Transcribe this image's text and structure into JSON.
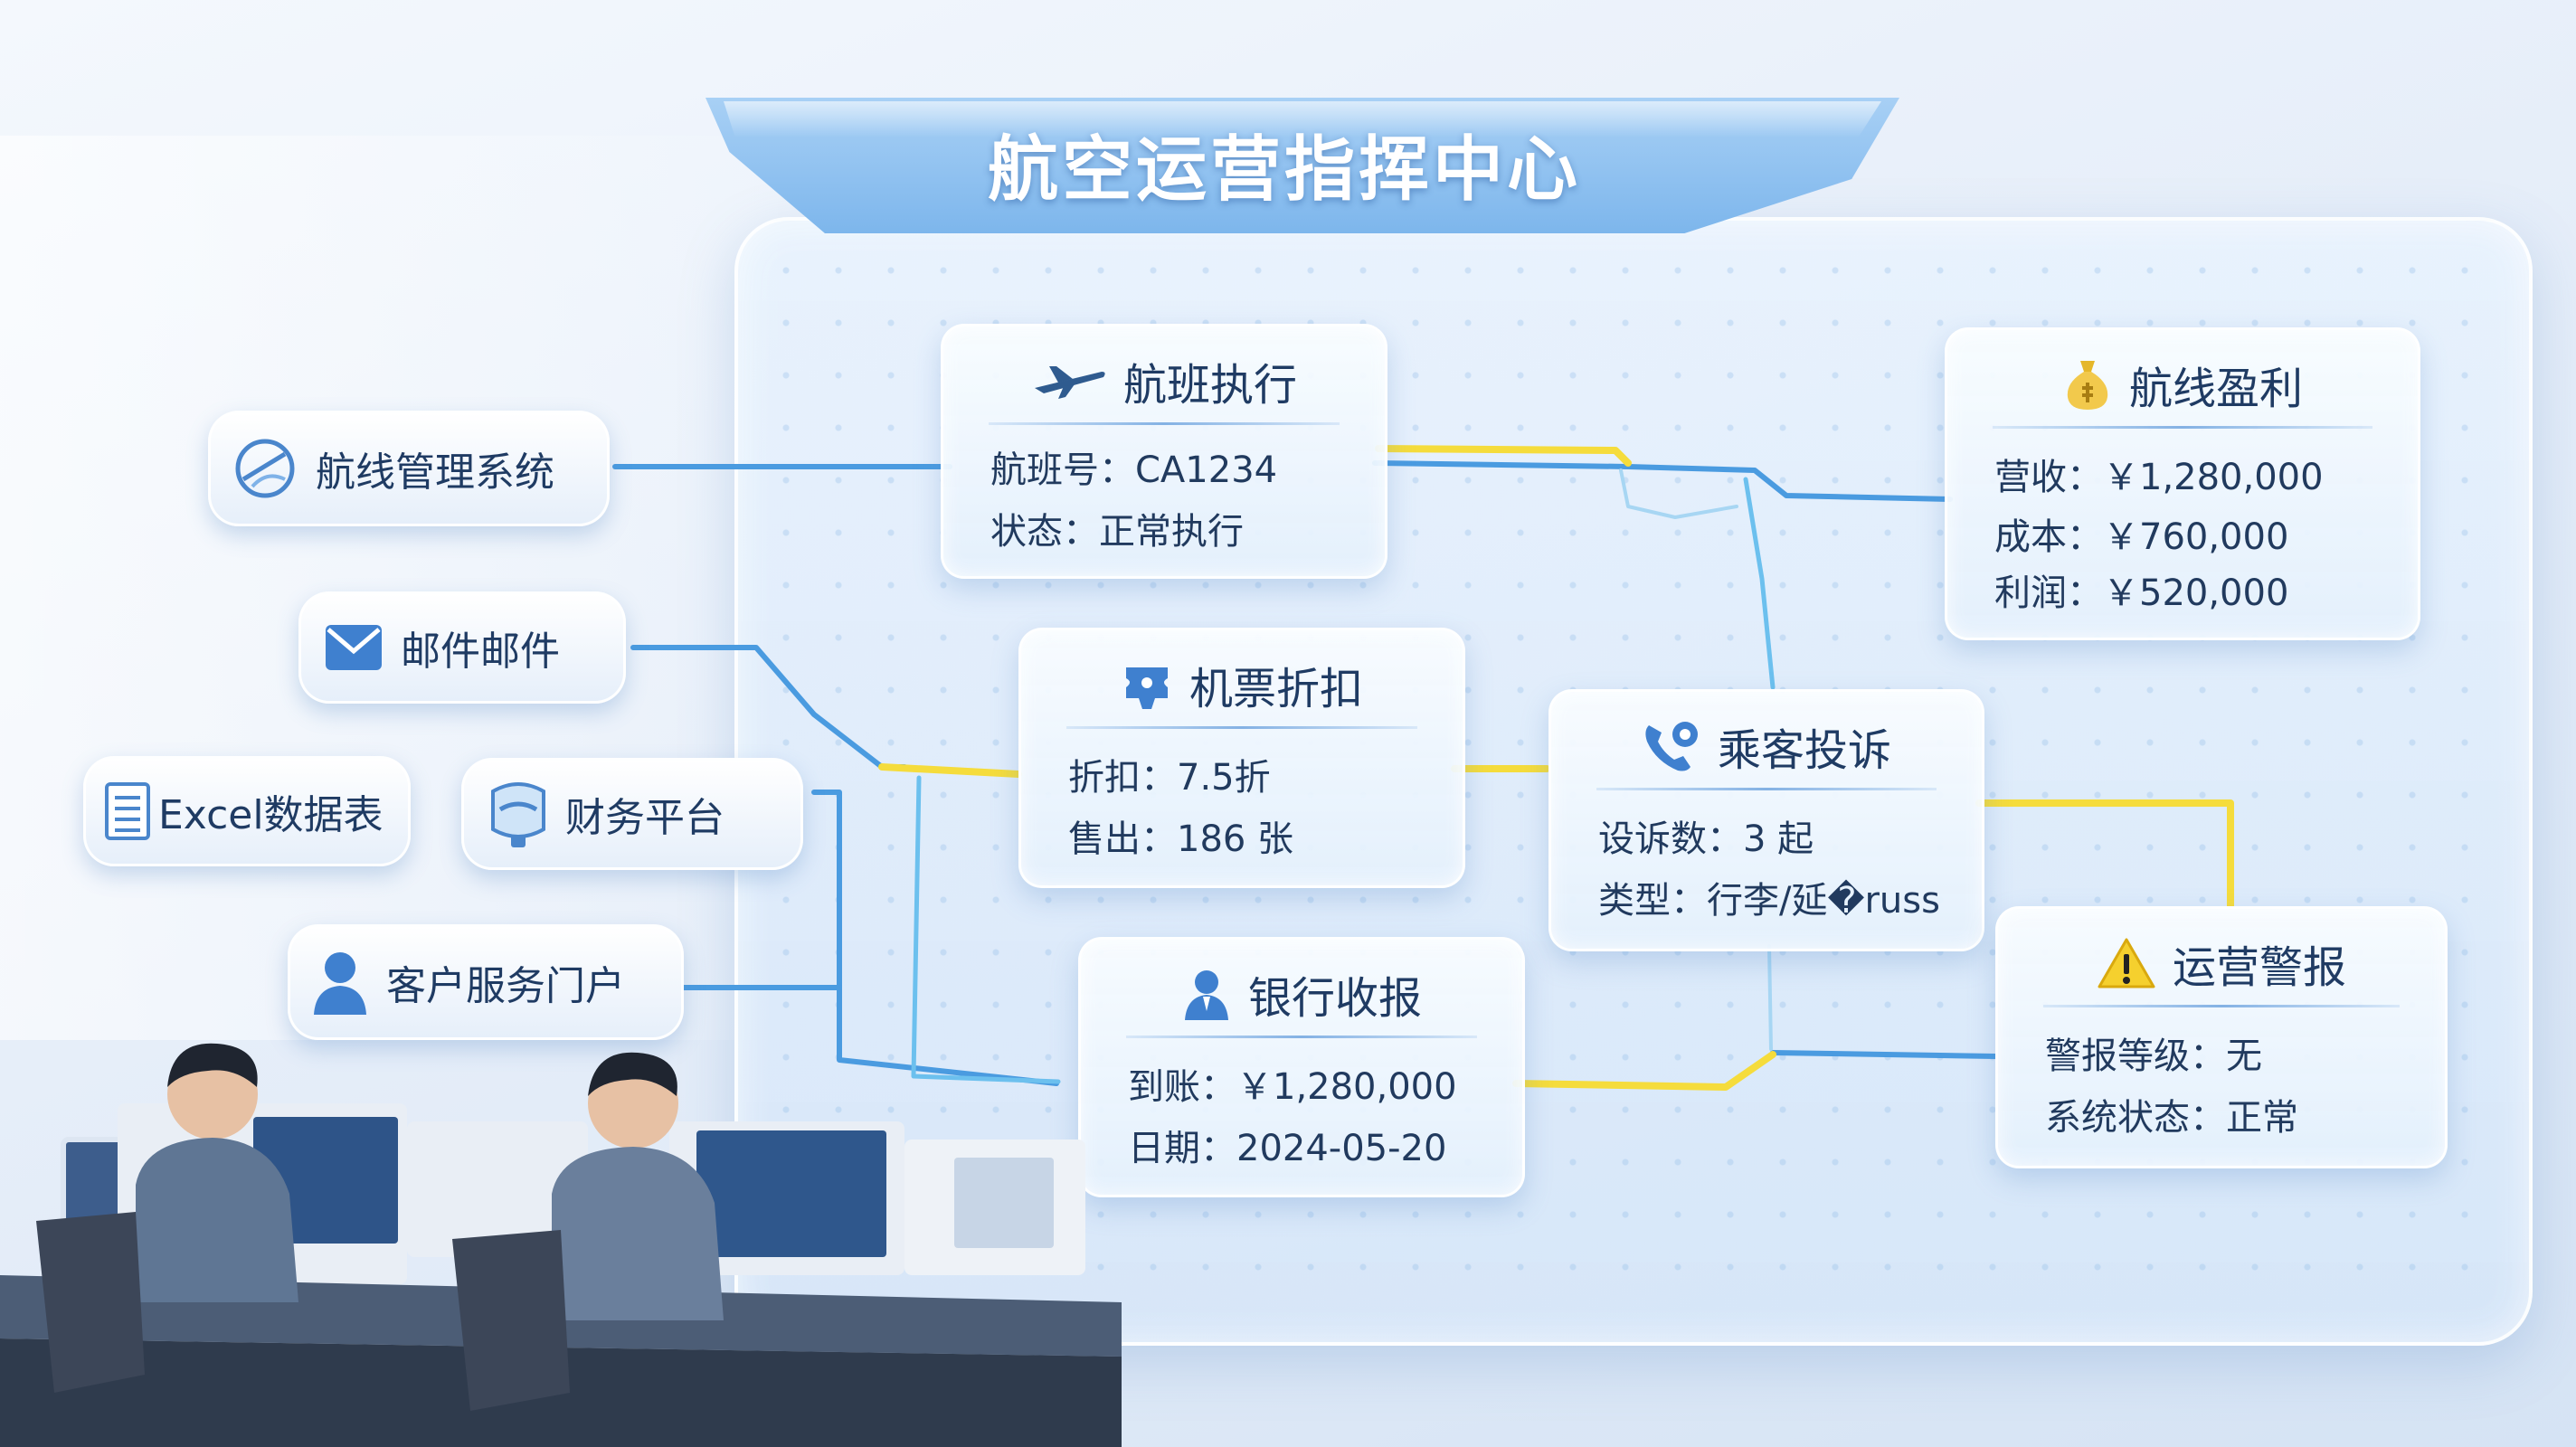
{
  "title": "航空运营指挥中心",
  "sources": {
    "route_system": "航线管理系统",
    "mail": "邮件邮件",
    "excel": "Excel数据表",
    "finance": "财务平台",
    "customer_portal": "客户服务门户"
  },
  "cards": {
    "flight": {
      "title": "航班执行",
      "row1": "航班号：CA1234",
      "row2": "状态：正常执行"
    },
    "ticket": {
      "title": "机票折扣",
      "row1": "折扣：7.5折",
      "row2": "售出：186 张"
    },
    "bank": {
      "title": "银行收报",
      "row1": "到账：￥1,280,000",
      "row2": "日期：2024-05-20"
    },
    "complaint": {
      "title": "乘客投诉",
      "row1": "设诉数：3 起",
      "row2": "类型：行李/延�russ"
    },
    "profit": {
      "title": "航线盈利",
      "row1": "营收：￥1,280,000",
      "row2": "成本：￥760,000",
      "row3": "利润：￥520,000"
    },
    "alert": {
      "title": "运营警报",
      "row1": "警报等级：无",
      "row2": "系统状态：正常"
    }
  },
  "colors": {
    "accent_blue": "#4a9be0",
    "accent_yellow": "#f5dc3c",
    "title_text": "#ffffff"
  }
}
